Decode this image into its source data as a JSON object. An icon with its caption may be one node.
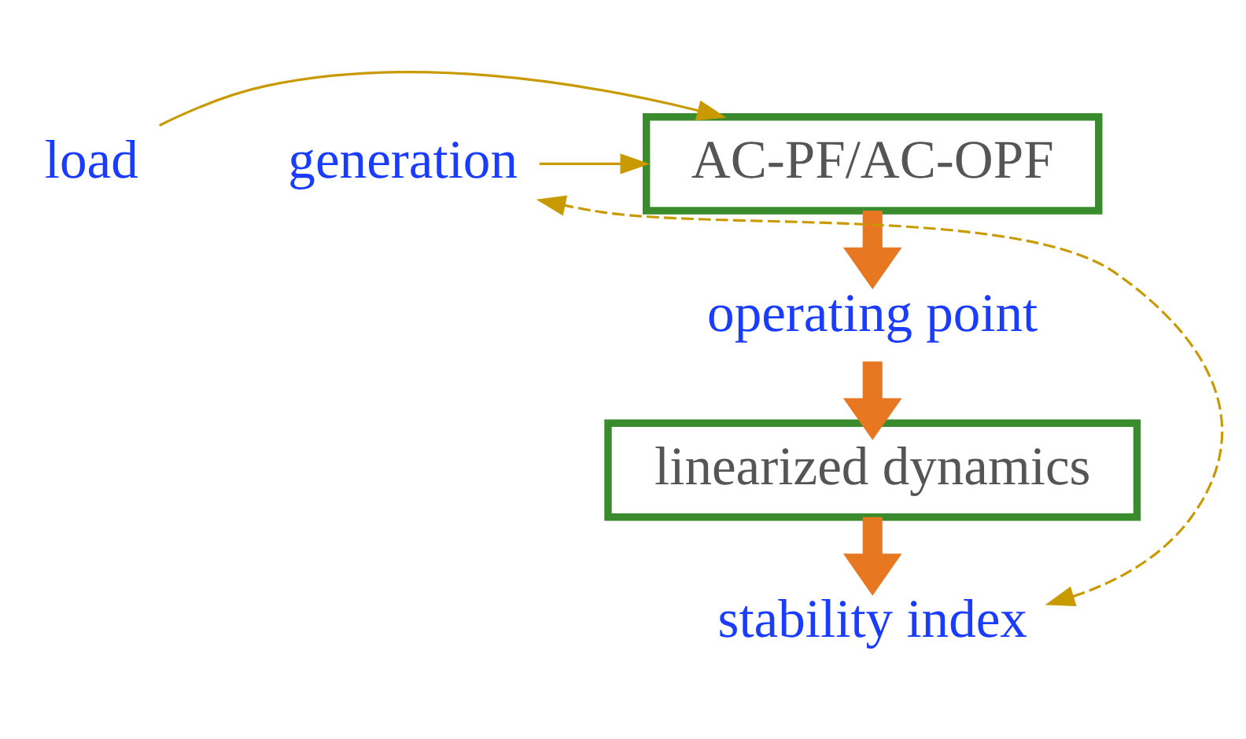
{
  "diagram": {
    "nodes": [
      {
        "text": [
          "load"
        ]
      },
      {
        "text": [
          "AC-PF/AC-OPF"
        ]
      },
      {
        "text": [
          "generation"
        ]
      },
      {
        "text": [
          "operating point"
        ]
      },
      {
        "text": [
          "linearized dynamics"
        ]
      },
      {
        "text": [
          "stability index"
        ]
      }
    ],
    "edges": [
      {
        "from": 0,
        "to": 1,
        "arrow": "to",
        "color": "#c89a00"
      },
      {
        "from": 2,
        "to": 1,
        "arrow": "to",
        "color": "#c89a00"
      },
      {
        "from": 1,
        "to": 3,
        "arrow": "to",
        "style": "thick",
        "color": "#e87722"
      },
      {
        "from": 3,
        "to": 4,
        "arrow": "to",
        "style": "thick",
        "color": "#e87722"
      },
      {
        "from": 4,
        "to": 5,
        "arrow": "to",
        "style": "thick",
        "color": "#e87722"
      },
      {
        "from": 5,
        "to": 2,
        "arrow": "both",
        "style": "dashed",
        "color": "#c89a00"
      }
    ]
  }
}
